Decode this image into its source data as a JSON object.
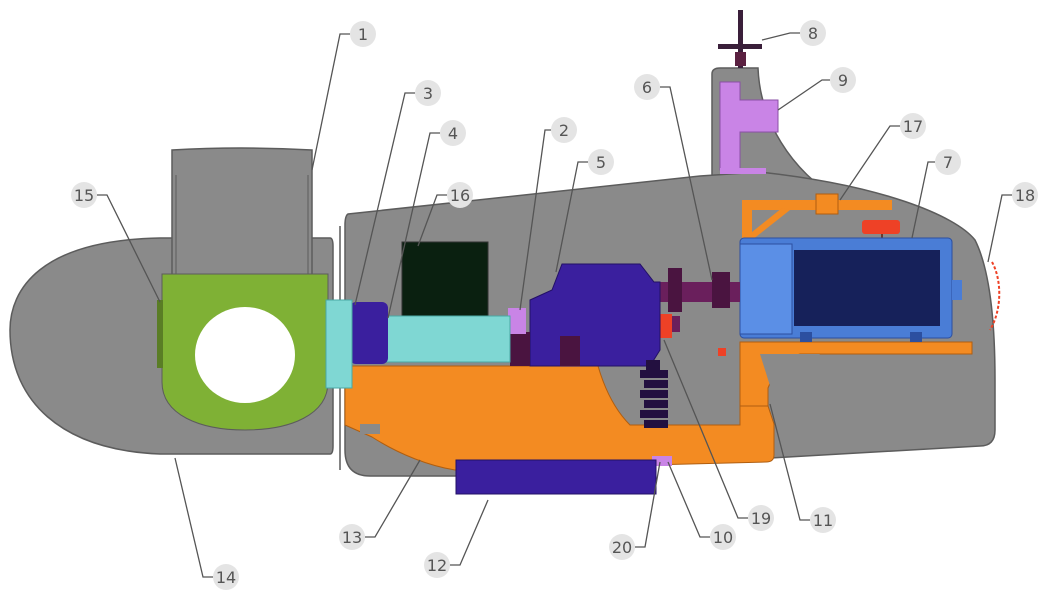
{
  "colors": {
    "housing": "#8a8a8a",
    "outline": "#5c5c5c",
    "hub": "#7fb135",
    "frame": "#f38b22",
    "drivetrain": "#3a1f9e",
    "shaft": "#7fd7d3",
    "generator": "#4a7dd6",
    "pink": "#c984e6",
    "dark_box": "#0a2010",
    "red": "#ee4126",
    "label_circle": "#e4e4e4",
    "label_text": "#555555",
    "leader": "#555555"
  },
  "labels": [
    "1",
    "2",
    "3",
    "4",
    "5",
    "6",
    "7",
    "8",
    "9",
    "10",
    "11",
    "12",
    "13",
    "14",
    "15",
    "16",
    "17",
    "18",
    "19",
    "20"
  ]
}
